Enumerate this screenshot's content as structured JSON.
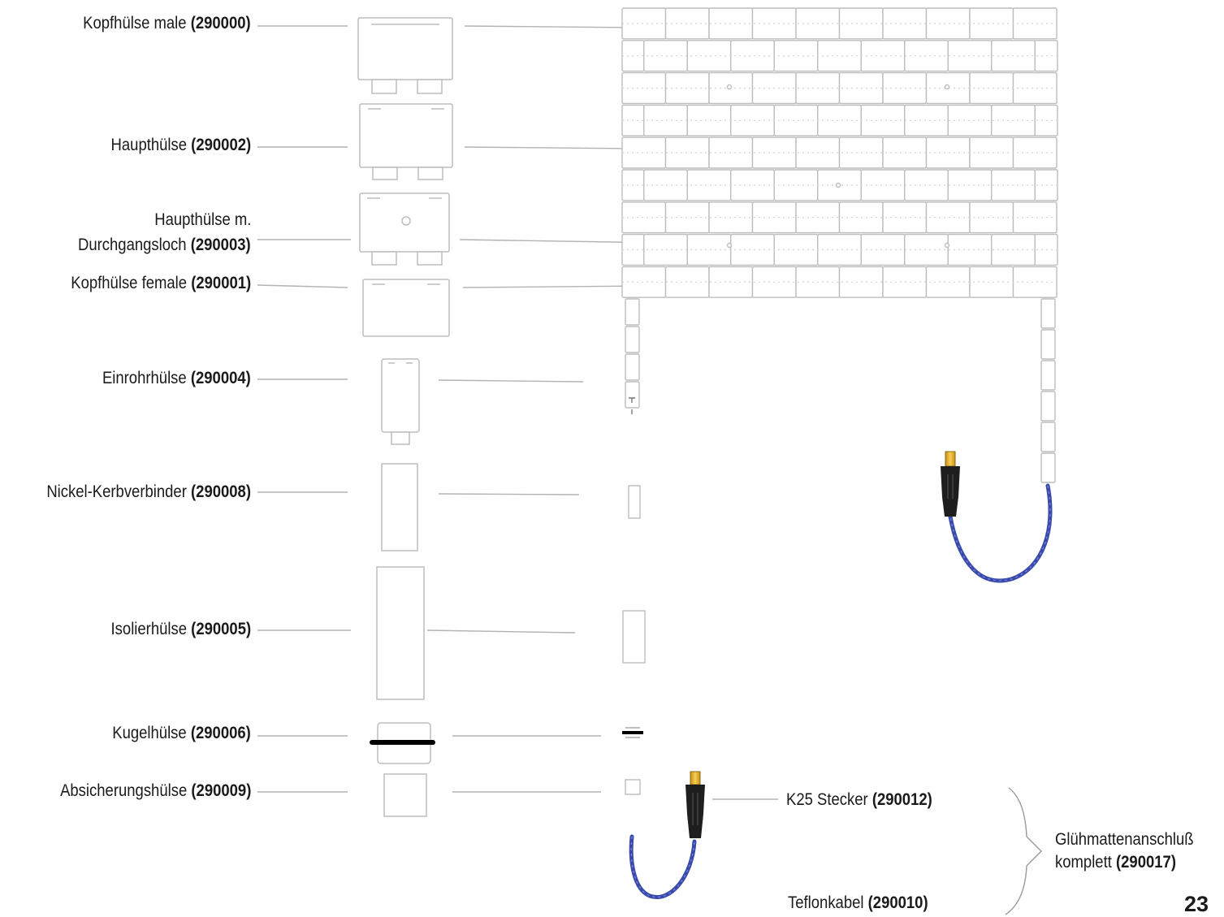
{
  "parts": [
    {
      "id": "kopfhuelse-male",
      "name": "Kopfhülse male",
      "code": "(290000)"
    },
    {
      "id": "haupthuelse",
      "name": "Haupthülse",
      "code": "(290002)"
    },
    {
      "id": "haupthuelse-durchgangsloch",
      "name_line1": "Haupthülse m.",
      "name": "Durchgangsloch",
      "code": "(290003)"
    },
    {
      "id": "kopfhuelse-female",
      "name": "Kopfhülse female",
      "code": "(290001)"
    },
    {
      "id": "einrohrhuelse",
      "name": "Einrohrhülse",
      "code": "(290004)"
    },
    {
      "id": "nickel-kerbverbinder",
      "name": "Nickel-Kerbverbinder",
      "code": "(290008)"
    },
    {
      "id": "isolierhuelse",
      "name": "Isolierhülse",
      "code": "(290005)"
    },
    {
      "id": "kugelhuelse",
      "name": "Kugelhülse",
      "code": "(290006)"
    },
    {
      "id": "absicherungshuelse",
      "name": "Absicherungshülse",
      "code": "(290009)"
    }
  ],
  "connector": {
    "stecker_name": "K25 Stecker",
    "stecker_code": "(290012)",
    "kabel_name": "Teflonkabel",
    "kabel_code": "(290010)",
    "set_line1": "Glühmattenanschluß",
    "set_name": "komplett",
    "set_code": "(290017)"
  },
  "page_number": "23",
  "colors": {
    "cable": "#3a4aa8",
    "plug_body": "#1e1e1e",
    "plug_tip": "#e9b02a",
    "outline": "#b9b9b9"
  }
}
